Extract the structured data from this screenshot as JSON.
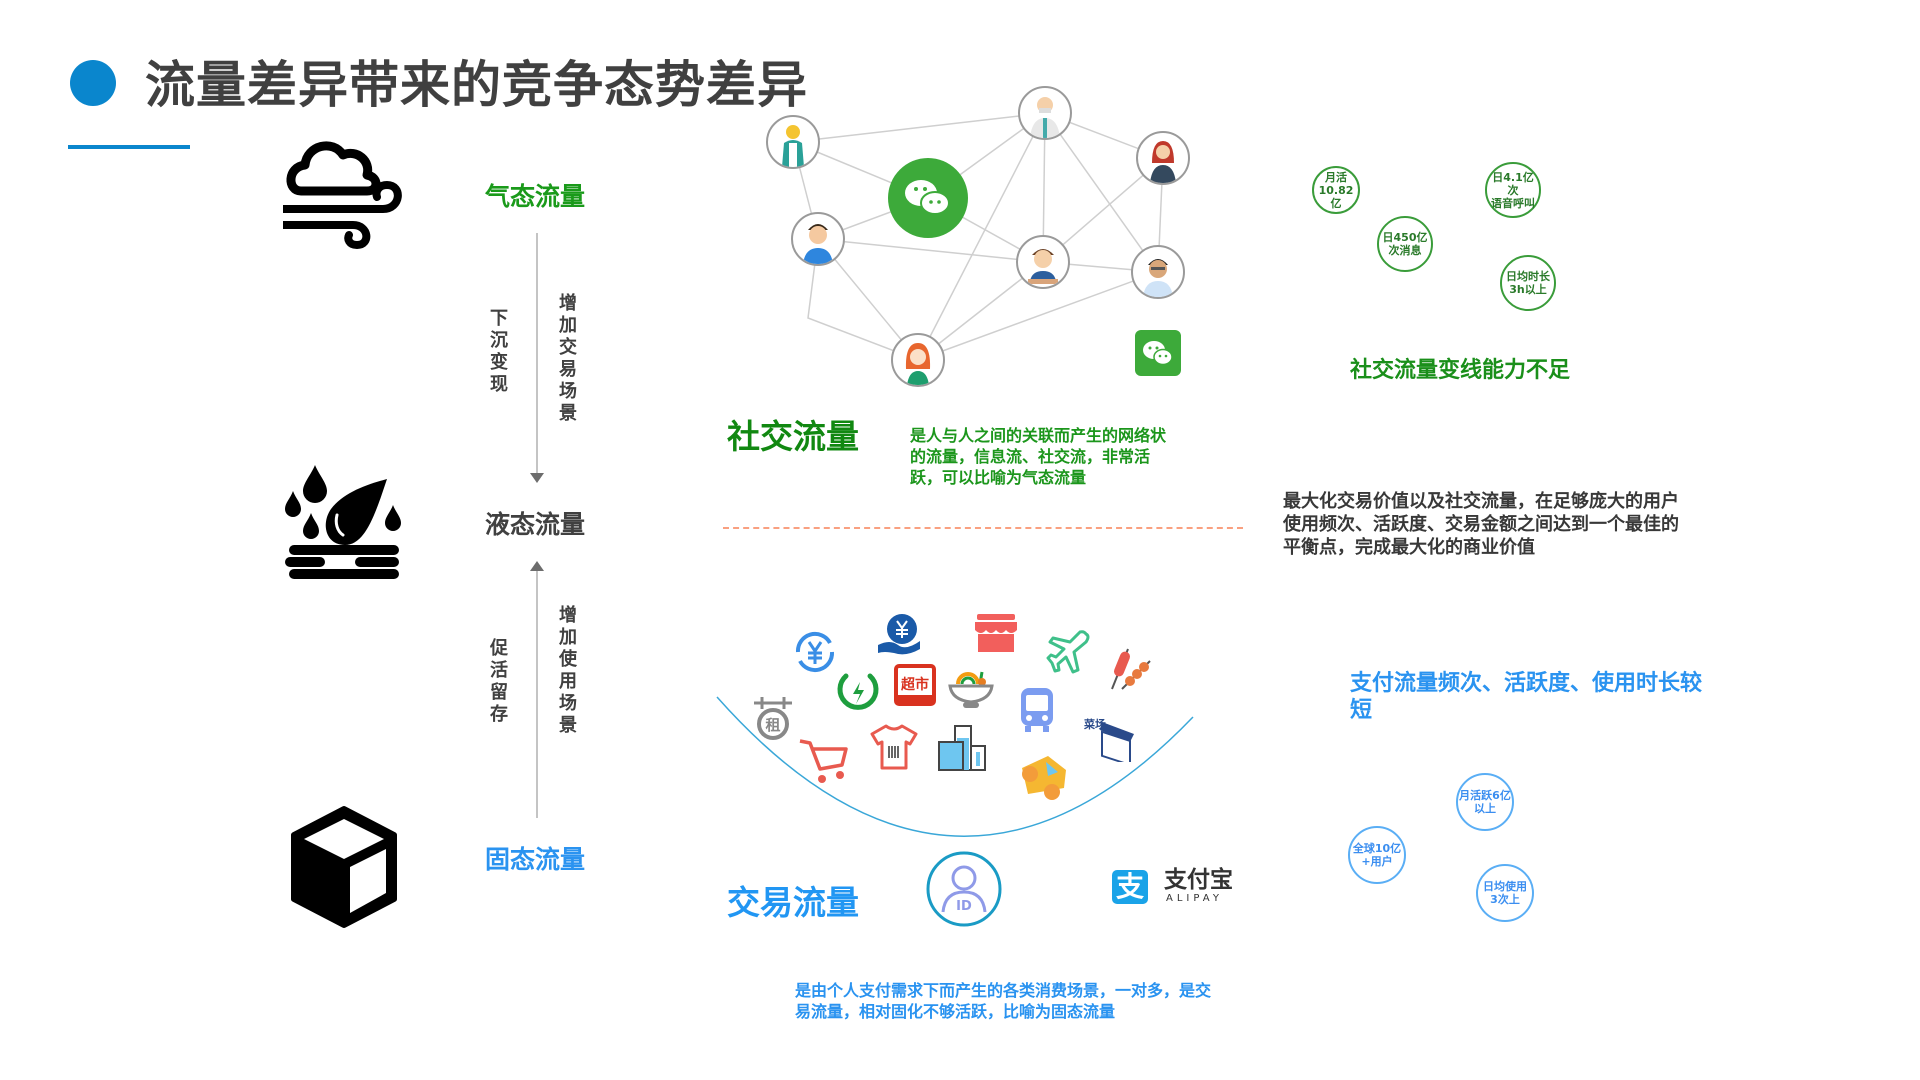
{
  "header": {
    "title": "流量差异带来的竞争态势差异",
    "accent_color": "#0a86cd"
  },
  "states": {
    "gas": {
      "label": "气态流量",
      "icon": "cloud-wind-icon",
      "color": "#1a9a1a"
    },
    "liquid": {
      "label": "液态流量",
      "icon": "water-drop-icon",
      "color": "#404040"
    },
    "solid": {
      "label": "固态流量",
      "icon": "cube-icon",
      "color": "#2a93f0"
    }
  },
  "transitions": {
    "down": {
      "left_label": "下沉变现",
      "right_label": "增加交易场景",
      "direction": "down"
    },
    "up": {
      "left_label": "促活留存",
      "right_label": "增加使用场景",
      "direction": "up"
    }
  },
  "social": {
    "title": "社交流量",
    "description": "是人与人之间的关联而产生的网络状的流量，信息流、社交流，非常活跃，可以比喻为气态流量",
    "network_icons": [
      "person-casual-icon",
      "doctor-icon",
      "woman-glasses-icon",
      "wechat-logo-icon",
      "man-beard-icon",
      "boy-icon",
      "man-glasses-icon",
      "girl-icon"
    ],
    "brand_icon": "wechat-icon",
    "weakness": "社交流量变线能力不足",
    "stats": [
      {
        "line1": "月活",
        "line2": "10.82亿"
      },
      {
        "line1": "日4.1亿次",
        "line2": "语音呼叫"
      },
      {
        "line1": "日450亿",
        "line2": "次消息"
      },
      {
        "line1": "日均时长",
        "line2": "3h以上"
      }
    ],
    "color": "#118811"
  },
  "balance_text": "最大化交易价值以及社交流量，在足够庞大的用户使用频次、活跃度、交易金额之间达到一个最佳的平衡点，完成最大化的商业价值",
  "trade": {
    "title": "交易流量",
    "description": "是由个人支付需求下而产生的各类消费场景，一对多，是交易流量，相对固化不够活跃，比喻为固态流量",
    "scene_icons": [
      "yuan-exchange-icon",
      "hand-yuan-icon",
      "shop-icon",
      "plane-icon",
      "skewer-icon",
      "charging-icon",
      "supermarket-icon",
      "bowl-icon",
      "bus-icon",
      "market-icon",
      "bike-rental-icon",
      "cart-icon",
      "tshirt-icon",
      "buildings-icon",
      "car-icon"
    ],
    "supermarket_label": "超市",
    "rental_label": "租",
    "market_label": "菜场",
    "id_label": "ID",
    "alipay": {
      "glyph": "支",
      "name": "支付宝",
      "sub": "ALIPAY"
    },
    "weakness": "支付流量频次、活跃度、使用时长较短",
    "stats": [
      {
        "line1": "月活跃6亿",
        "line2": "以上"
      },
      {
        "line1": "全球10亿",
        "line2": "+用户"
      },
      {
        "line1": "日均使用",
        "line2": "3次上"
      }
    ],
    "color": "#2196f3"
  }
}
